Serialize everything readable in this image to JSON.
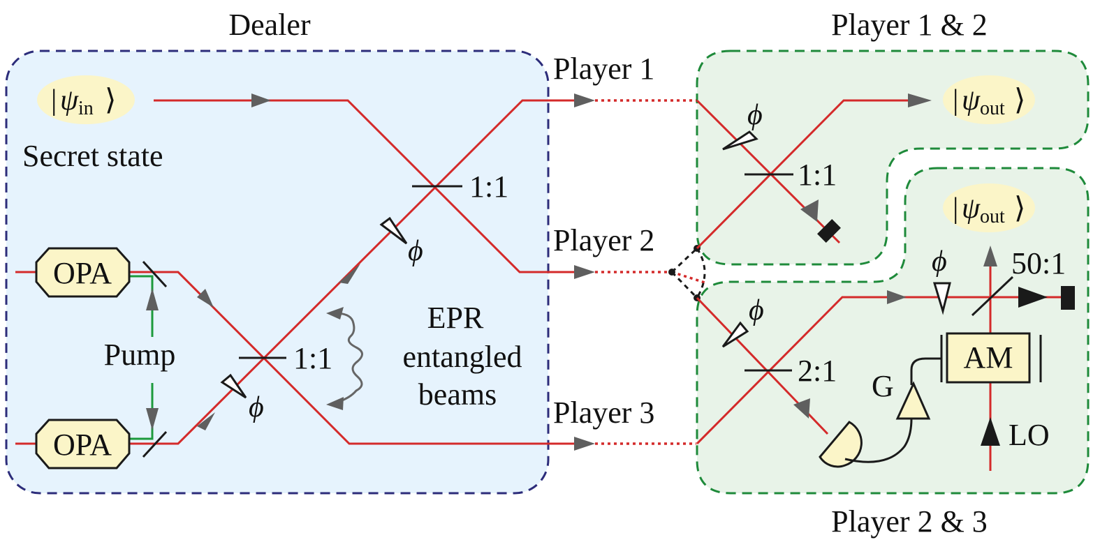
{
  "diagram": {
    "title_dealer": "Dealer",
    "title_player12": "Player 1 & 2",
    "title_player23": "Player 2 & 3",
    "colors": {
      "beam": "#d42a2a",
      "pump": "#1c9a3c",
      "dealer_region_fill": "#e6f3fd",
      "dealer_region_border": "#2c2c7a",
      "player_region_fill": "#e8f3e8",
      "player_region_border": "#1e8a3a",
      "component_fill": "#fbf5c8"
    },
    "dealer": {
      "input_state": "|ψin⟩",
      "input_state_main": "ψ",
      "input_state_sub": "in",
      "secret_state_label": "Secret state",
      "opa_top": "OPA",
      "opa_bottom": "OPA",
      "pump_label": "Pump",
      "bs_lower_ratio": "1:1",
      "bs_upper_ratio": "1:1",
      "phase_lower": "ϕ",
      "phase_upper": "ϕ",
      "epr_label_line1": "EPR",
      "epr_label_line2": "entangled",
      "epr_label_line3": "beams"
    },
    "channels": {
      "player1": "Player 1",
      "player2": "Player 2",
      "player3": "Player 3"
    },
    "player12": {
      "phase": "ϕ",
      "bs_ratio": "1:1",
      "output_main": "ψ",
      "output_sub": "out"
    },
    "player23": {
      "phase_input": "ϕ",
      "bs_ratio": "2:1",
      "gain_label": "G",
      "modulator_label": "AM",
      "phase_lo": "ϕ",
      "bs_coupler_ratio": "50:1",
      "lo_label": "LO",
      "output_main": "ψ",
      "output_sub": "out"
    }
  }
}
